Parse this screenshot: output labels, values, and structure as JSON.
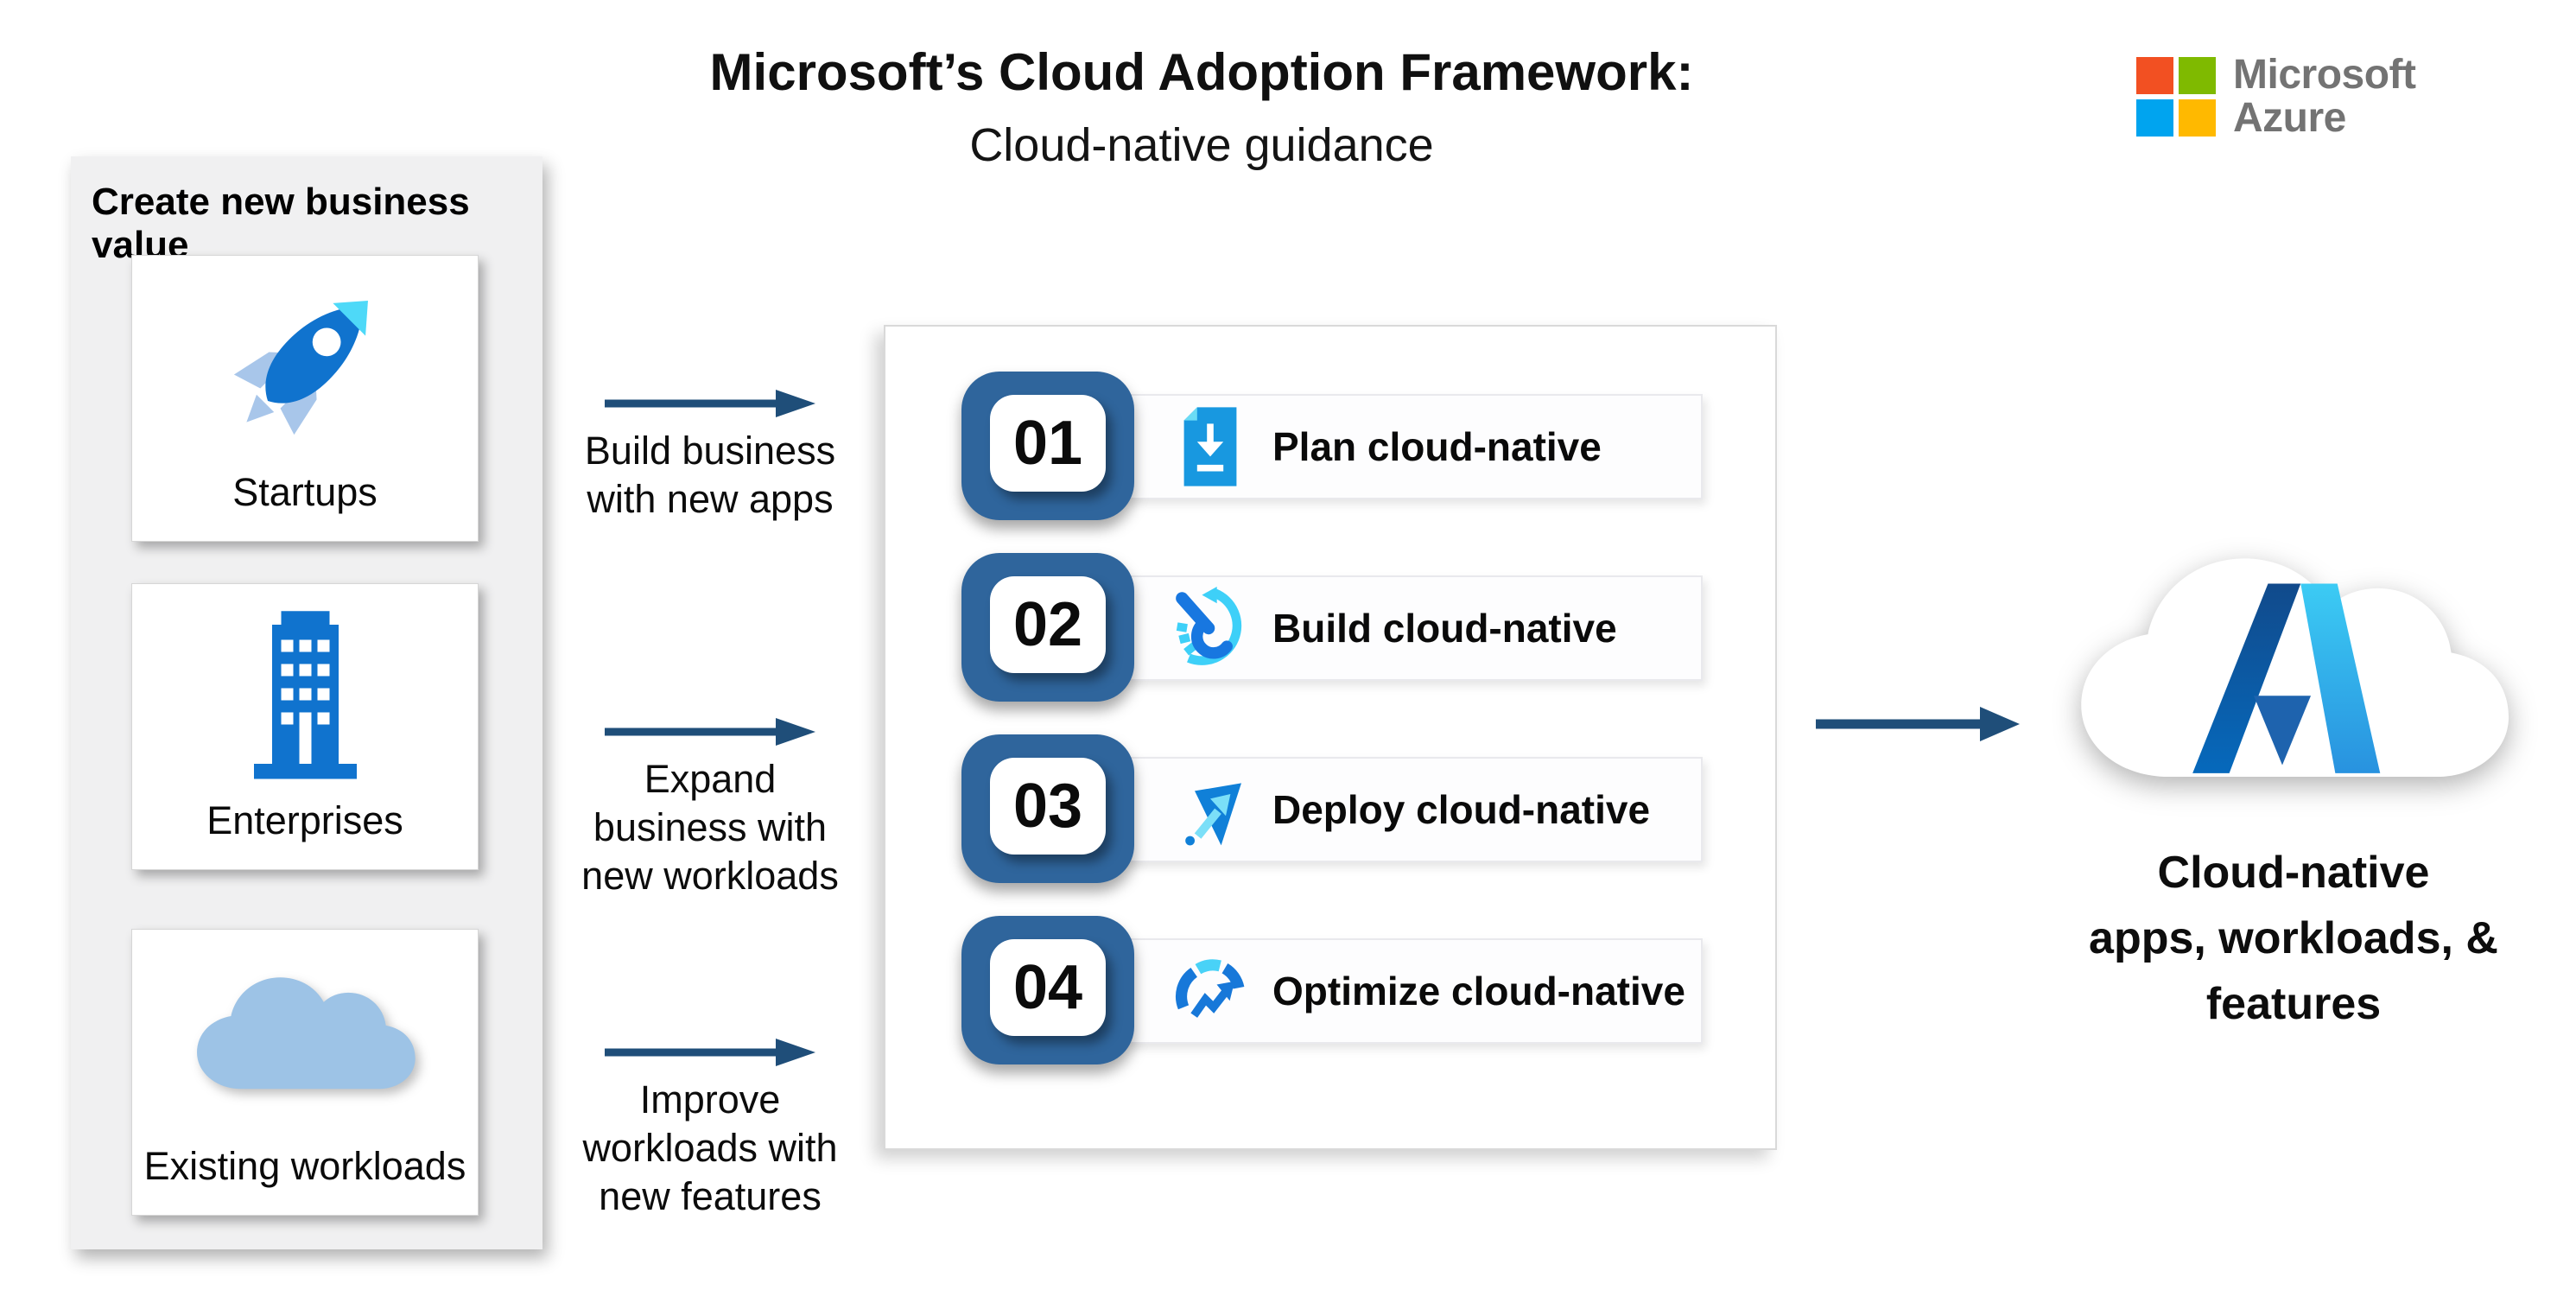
{
  "title": {
    "line1": "Microsoft’s Cloud Adoption Framework:",
    "line2": "Cloud-native guidance"
  },
  "brand": {
    "line1": "Microsoft",
    "line2": "Azure",
    "square_colors": {
      "top_left": "#F25022",
      "top_right": "#7FBA00",
      "bottom_left": "#00A4EF",
      "bottom_right": "#FFB900"
    },
    "text_color": "#737373"
  },
  "left_panel": {
    "header": "Create new business value",
    "cards": [
      {
        "icon": "rocket-icon",
        "label": "Startups"
      },
      {
        "icon": "building-icon",
        "label": "Enterprises"
      },
      {
        "icon": "cloud-icon",
        "label": "Existing workloads"
      }
    ]
  },
  "flows": [
    {
      "icon": "right-arrow-icon",
      "label": "Build business\nwith new apps"
    },
    {
      "icon": "right-arrow-icon",
      "label": "Expand\nbusiness with\nnew workloads"
    },
    {
      "icon": "right-arrow-icon",
      "label": "Improve\nworkloads with\nnew features"
    }
  ],
  "process_panel": {
    "steps": [
      {
        "number": "01",
        "icon": "plan-document-download-icon",
        "label": "Plan cloud-native"
      },
      {
        "number": "02",
        "icon": "build-wrench-icon",
        "label": "Build cloud-native"
      },
      {
        "number": "03",
        "icon": "deploy-arrow-icon",
        "label": "Deploy cloud-native"
      },
      {
        "number": "04",
        "icon": "optimize-gauge-icon",
        "label": "Optimize cloud-native"
      }
    ]
  },
  "result": {
    "icon": "azure-cloud-logo",
    "caption": "Cloud-native\napps, workloads, &\nfeatures"
  },
  "colors": {
    "arrow_navy": "#1F4E79",
    "step_badge_blue": "#2F659C",
    "icon_blue": "#1073CE",
    "icon_cyan": "#45D5F4",
    "light_blue": "#9DC3E6",
    "panel_gray": "#F0F0F1",
    "border_gray": "#D9D9D9",
    "brand_text_gray": "#737373"
  }
}
